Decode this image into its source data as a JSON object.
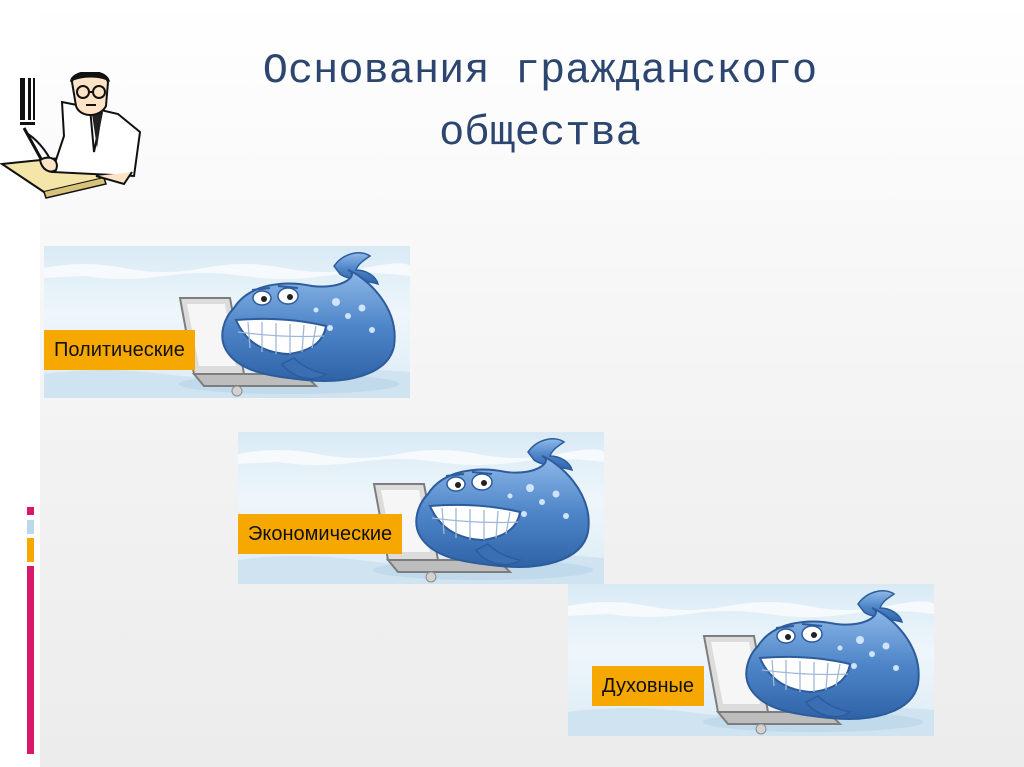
{
  "slide": {
    "title_line1": "Основания гражданского",
    "title_line2": "общества"
  },
  "cards": [
    {
      "label": "Политические",
      "illustration": "whale-laptop"
    },
    {
      "label": "Экономические",
      "illustration": "whale-laptop"
    },
    {
      "label": "Духовные",
      "illustration": "whale-laptop"
    }
  ],
  "colors": {
    "title": "#2c4670",
    "label_background": "#f7a800",
    "accent_magenta": "#d8196b",
    "accent_orange": "#f7a800",
    "accent_lightblue": "#bcd8ec",
    "whale": "#4f86c9"
  },
  "icons": [
    "writer-clipart-icon",
    "accent-bars-icon",
    "whale-laptop-icon"
  ]
}
